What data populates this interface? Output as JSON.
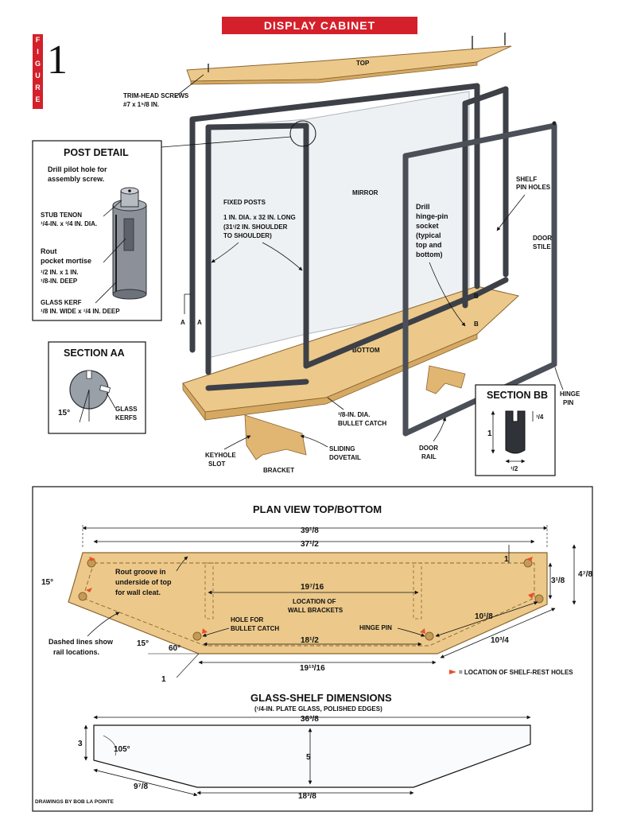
{
  "title": "DISPLAY CABINET",
  "figure": {
    "word_letters": [
      "F",
      "I",
      "G",
      "U",
      "R",
      "E"
    ],
    "number": "1"
  },
  "upper": {
    "top": "TOP",
    "trim_screws": [
      "TRIM-HEAD SCREWS",
      "#7 x 1⁵/8 IN."
    ],
    "mirror": "MIRROR",
    "fixed_posts": [
      "FIXED POSTS",
      "1 IN. DIA. x 32 IN. LONG",
      "(31¹/2 IN. SHOULDER",
      "TO SHOULDER)"
    ],
    "drill_hinge": [
      "Drill",
      "hinge-pin",
      "socket",
      "(typical",
      "top and",
      "bottom)"
    ],
    "shelf_pin_holes": [
      "SHELF",
      "PIN HOLES"
    ],
    "door_stile": [
      "DOOR",
      "STILE"
    ],
    "bottom": "BOTTOM",
    "bullet_catch": [
      "³/8-IN. DIA.",
      "BULLET CATCH"
    ],
    "keyhole_slot": [
      "KEYHOLE",
      "SLOT"
    ],
    "bracket": "BRACKET",
    "sliding_dovetail": [
      "SLIDING",
      "DOVETAIL"
    ],
    "door_rail": [
      "DOOR",
      "RAIL"
    ],
    "hinge_pin": [
      "HINGE",
      "PIN"
    ],
    "section_marks": {
      "a": "A",
      "b": "B"
    }
  },
  "post_detail": {
    "title": "POST DETAIL",
    "drill": [
      "Drill pilot hole for",
      "assembly screw."
    ],
    "stub_tenon": [
      "STUB TENON",
      "¹/4-IN. x ³/4 IN. DIA."
    ],
    "rout": [
      "Rout",
      "pocket mortise",
      "¹/2 IN. x 1 IN.",
      "¹/8-IN. DEEP"
    ],
    "glass_kerf": [
      "GLASS KERF",
      "¹/8 IN. WIDE x ¹/4 IN. DEEP"
    ]
  },
  "section_aa": {
    "title": "SECTION AA",
    "angle": "15°",
    "kerfs": [
      "GLASS",
      "KERFS"
    ]
  },
  "section_bb": {
    "title": "SECTION BB",
    "dim_quarter": "¹/4",
    "dim_one": "1",
    "dim_half": "¹/2"
  },
  "plan": {
    "title": "PLAN VIEW TOP/BOTTOM",
    "d_39": "39¹/8",
    "d_37": "37¹/2",
    "d_1a": "1",
    "d_3": "3¹/8",
    "d_4": "4⁷/8",
    "angle_left": "15°",
    "rout": [
      "Rout groove in",
      "underside of top",
      "for wall cleat."
    ],
    "d_19_7": "19⁷/16",
    "wall_brackets": [
      "LOCATION OF",
      "WALL BRACKETS"
    ],
    "hole_bullet": [
      "HOLE FOR",
      "BULLET CATCH"
    ],
    "hinge_pin": "HINGE PIN",
    "d_10_1": "10¹/8",
    "d_18": "18¹/2",
    "d_10_3": "10³/4",
    "dashed": [
      "Dashed lines show",
      "rail locations."
    ],
    "angle_15": "15°",
    "angle_60": "60°",
    "d_1b": "1",
    "d_19_13": "19¹³/16",
    "legend": "= LOCATION OF SHELF-REST HOLES"
  },
  "glass": {
    "title": "GLASS-SHELF DIMENSIONS",
    "subtitle": "(¹/4-IN. PLATE GLASS, POLISHED EDGES)",
    "d_36": "36³/8",
    "d_3": "3",
    "angle": "105°",
    "d_5": "5",
    "d_9": "9⁷/8",
    "d_18": "18³/8"
  },
  "credit": "DRAWINGS BY BOB LA POINTE",
  "colors": {
    "banner": "#d4202a",
    "wood": "#ecc98a",
    "wood_dark": "#d6a962",
    "metal": "#3d4047",
    "accent": "#e8502a"
  }
}
